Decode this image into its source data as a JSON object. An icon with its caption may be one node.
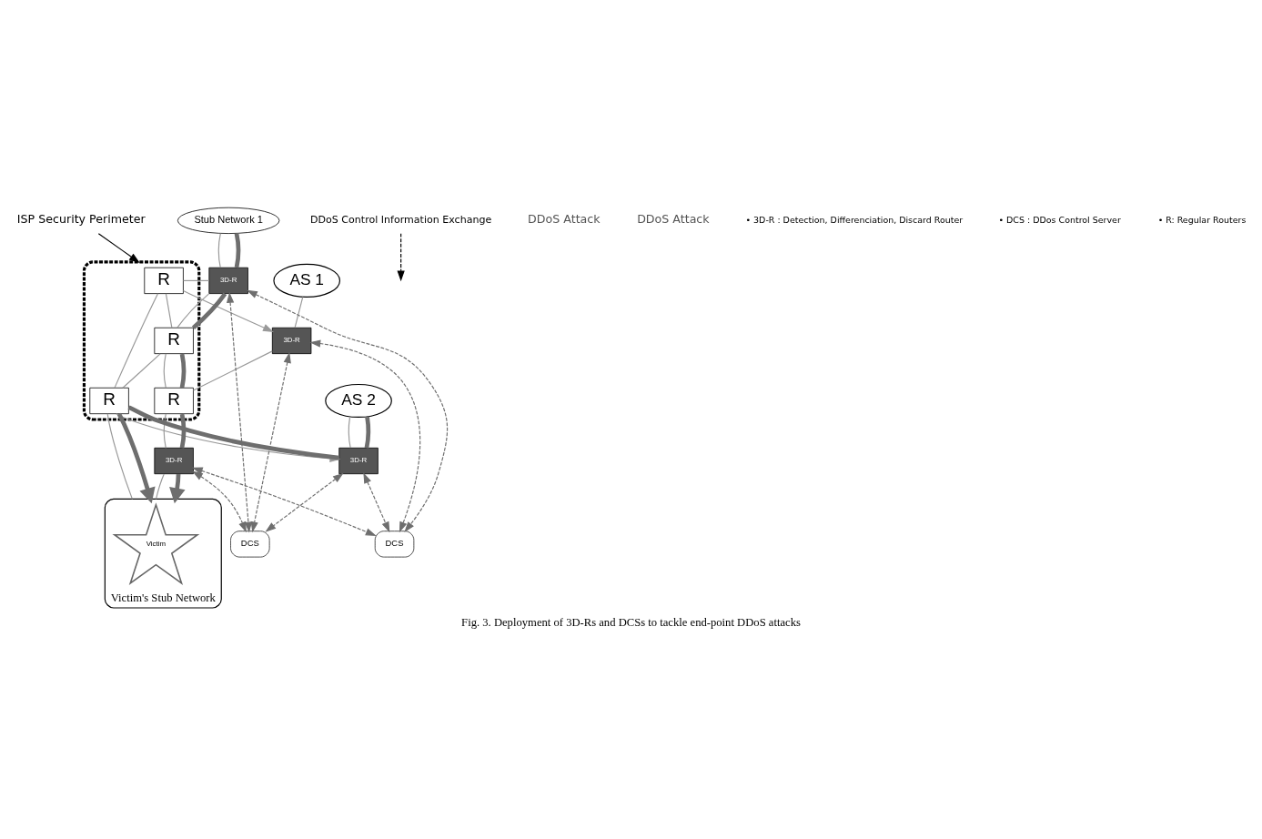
{
  "diagram": {
    "caption": "Fig. 3. Deployment of 3D-Rs and DCSs to tackle end-point DDoS attacks",
    "nodes": [
      {
        "text": [
          "AS 1"
        ]
      },
      {
        "text": [
          "AS 2"
        ]
      },
      {
        "text": [
          "ISP Security Perimeter"
        ]
      },
      {
        "text": [],
        "shape": "cloud"
      },
      {
        "text": [
          "3D-R"
        ]
      },
      {
        "text": [
          "3D-R"
        ]
      },
      {
        "text": [
          "3D-R"
        ]
      },
      {
        "text": [
          "3D-R"
        ]
      },
      {
        "text": [
          "R"
        ],
        "in": 3
      },
      {
        "text": [
          "R"
        ],
        "in": 3
      },
      {
        "text": [
          "R"
        ],
        "in": 3
      },
      {
        "text": [
          "R"
        ],
        "in": 3
      },
      {
        "text": [
          "DCS"
        ]
      },
      {
        "text": [
          "DCS"
        ]
      },
      {
        "text": [
          "Stub Network 1"
        ]
      },
      {
        "text": [
          "Victim's Stub Network"
        ]
      },
      {
        "text": [
          "Victim"
        ],
        "in": 15
      },
      {
        "text": [
          "DDoS Control Information Exchange"
        ]
      }
    ],
    "edges": [
      {
        "from": 2,
        "to": 3,
        "arrow": "to",
        "color": "#000000"
      },
      {
        "from": 17,
        "to": null,
        "arrow": "to",
        "style": "dashed",
        "color": "#000000"
      },
      {
        "from": 0,
        "to": 4,
        "arrow": "none"
      },
      {
        "from": 1,
        "to": 5,
        "arrow": "none"
      },
      {
        "from": 8,
        "to": 4,
        "arrow": "to"
      },
      {
        "from": 8,
        "to": 9,
        "arrow": "none"
      },
      {
        "from": 8,
        "to": 6,
        "arrow": "none"
      },
      {
        "from": 8,
        "to": 10,
        "arrow": "none"
      },
      {
        "from": 4,
        "to": 11,
        "arrow": "none"
      },
      {
        "from": 10,
        "to": 9,
        "arrow": "none"
      },
      {
        "from": 9,
        "to": 5,
        "arrow": "to"
      },
      {
        "from": 9,
        "to": 15,
        "arrow": "none"
      },
      {
        "from": 14,
        "to": 6,
        "arrow": "none"
      },
      {
        "from": 6,
        "to": 10,
        "arrow": "none"
      },
      {
        "from": 10,
        "to": 11,
        "arrow": "none"
      },
      {
        "from": 11,
        "to": 7,
        "arrow": "none"
      },
      {
        "from": 7,
        "to": 15,
        "arrow": "none"
      },
      {
        "from": 1,
        "to": 5,
        "arrow": "none",
        "style": "thick",
        "color": "#6e6e6e"
      },
      {
        "from": 5,
        "to": 9,
        "arrow": "none",
        "style": "thick",
        "color": "#6e6e6e"
      },
      {
        "from": 9,
        "to": 15,
        "arrow": "to",
        "style": "thick",
        "color": "#6e6e6e"
      },
      {
        "from": 14,
        "to": 6,
        "arrow": "none",
        "style": "thick",
        "color": "#6e6e6e"
      },
      {
        "from": 6,
        "to": 10,
        "arrow": "none",
        "style": "thick",
        "color": "#6e6e6e"
      },
      {
        "from": 10,
        "to": 11,
        "arrow": "none",
        "style": "thick",
        "color": "#6e6e6e"
      },
      {
        "from": 11,
        "to": 7,
        "arrow": "none",
        "style": "thick",
        "color": "#6e6e6e"
      },
      {
        "from": 7,
        "to": 15,
        "arrow": "to",
        "style": "thick",
        "color": "#6e6e6e"
      },
      {
        "from": 4,
        "to": 12,
        "arrow": "both",
        "style": "dashed",
        "color": "#6e6e6e"
      },
      {
        "from": 5,
        "to": 12,
        "arrow": "both",
        "style": "dashed",
        "color": "#6e6e6e"
      },
      {
        "from": 6,
        "to": 12,
        "arrow": "both",
        "style": "dashed",
        "color": "#6e6e6e"
      },
      {
        "from": 7,
        "to": 12,
        "arrow": "both",
        "style": "dashed",
        "color": "#6e6e6e"
      },
      {
        "from": 6,
        "to": 13,
        "arrow": "both",
        "style": "dashed",
        "color": "#6e6e6e"
      },
      {
        "from": 4,
        "to": 13,
        "arrow": "both",
        "style": "dashed",
        "color": "#6e6e6e"
      },
      {
        "from": 5,
        "to": 13,
        "arrow": "both",
        "style": "dashed",
        "color": "#6e6e6e"
      },
      {
        "from": 7,
        "to": 13,
        "arrow": "both",
        "style": "dashed",
        "color": "#6e6e6e"
      }
    ],
    "labels": [
      "DDoS Attack",
      "DDoS Attack",
      "• 3D-R : Detection, Differenciation, Discard Router",
      "• DCS : DDos Control Server",
      "• R: Regular Routers"
    ]
  }
}
